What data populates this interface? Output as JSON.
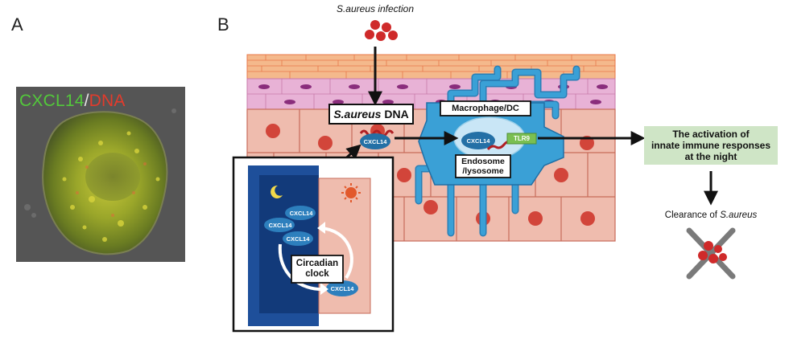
{
  "panels": {
    "a": "A",
    "b": "B"
  },
  "micrograph": {
    "label_part1": "CXCL14",
    "label_sep": "/",
    "label_part2": "DNA"
  },
  "diagram": {
    "infection": "S.aureus infection",
    "dna_box_italic": "S.aureus",
    "dna_box_rest": " DNA",
    "macrophage_label": "Macrophage/DC",
    "cxcl14": "CXCL14",
    "tlr9": "TLR9",
    "endosome_line1": "Endosome",
    "endosome_line2": "/lysosome",
    "activation_line1": "The activation of",
    "activation_line2": "innate immune responses",
    "activation_line3": "at the night",
    "clearance_plain": "Clearance of ",
    "clearance_italic": "S.aureus",
    "clock_line1": "Circadian",
    "clock_line2": "clock"
  },
  "colors": {
    "skin_orange": "#f4b98c",
    "skin_orange_line": "#e8784a",
    "skin_pink": "#e8b2d6",
    "nucleus_purple": "#8a2d7c",
    "cell_fill": "#efbcae",
    "cell_line": "#c76b5a",
    "nucleus_red": "#d2453a",
    "macrophage_blue": "#3aa0d6",
    "cxcl14_blue": "#2470a6",
    "night_blue": "#1e4f9a",
    "activation_green": "#cfe5c6",
    "tlr9_green": "#7abf52",
    "bacteria_red": "#cf2a2a"
  }
}
